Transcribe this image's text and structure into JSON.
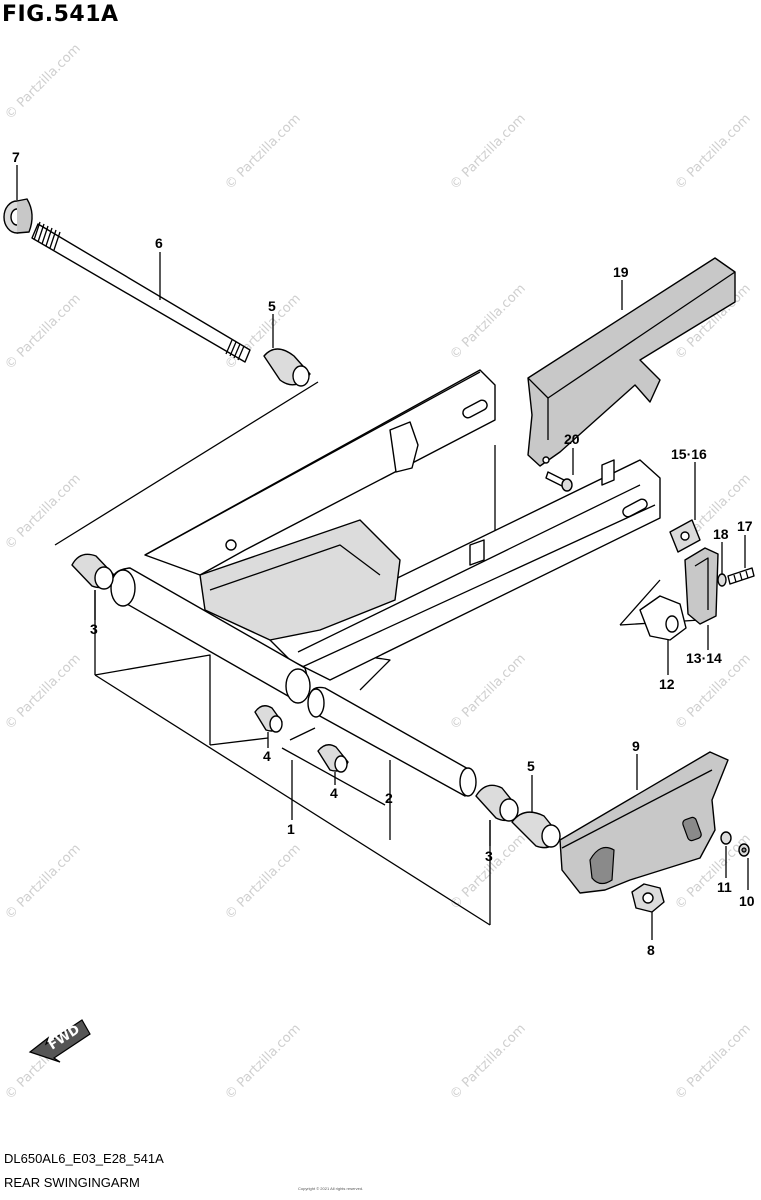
{
  "figure": {
    "title": "FIG.541A",
    "code": "DL650AL6_E03_E28_541A",
    "name": "REAR SWINGINGARM",
    "copyright": "Copyright © 2021 All rights reserved.",
    "fwd": "FWD",
    "watermark": "© Partzilla.com"
  },
  "callouts": [
    {
      "id": "c7",
      "text": "7"
    },
    {
      "id": "c6",
      "text": "6"
    },
    {
      "id": "c5a",
      "text": "5"
    },
    {
      "id": "c19",
      "text": "19"
    },
    {
      "id": "c20",
      "text": "20"
    },
    {
      "id": "c1516",
      "text": "15·16"
    },
    {
      "id": "c17",
      "text": "17"
    },
    {
      "id": "c18",
      "text": "18"
    },
    {
      "id": "c3a",
      "text": "3"
    },
    {
      "id": "c1314",
      "text": "13·14"
    },
    {
      "id": "c12",
      "text": "12"
    },
    {
      "id": "c4a",
      "text": "4"
    },
    {
      "id": "c4b",
      "text": "4"
    },
    {
      "id": "c2",
      "text": "2"
    },
    {
      "id": "c1",
      "text": "1"
    },
    {
      "id": "c9",
      "text": "9"
    },
    {
      "id": "c5b",
      "text": "5"
    },
    {
      "id": "c3b",
      "text": "3"
    },
    {
      "id": "c11",
      "text": "11"
    },
    {
      "id": "c10",
      "text": "10"
    },
    {
      "id": "c8",
      "text": "8"
    }
  ]
}
